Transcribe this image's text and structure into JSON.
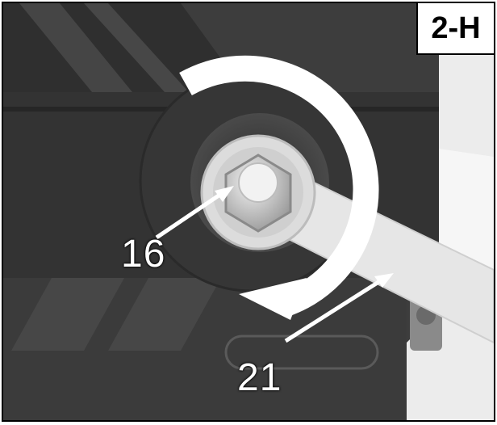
{
  "step_label": "2-H",
  "callouts": {
    "bolt": "16",
    "wrench": "21"
  },
  "colors": {
    "housing_dark": "#3a3a3a",
    "wrench_light": "#e8e8e8",
    "arrow": "#ffffff"
  },
  "icons": {
    "rotation": "counterclockwise-arrow-icon",
    "bolt": "hex-bolt-icon"
  }
}
